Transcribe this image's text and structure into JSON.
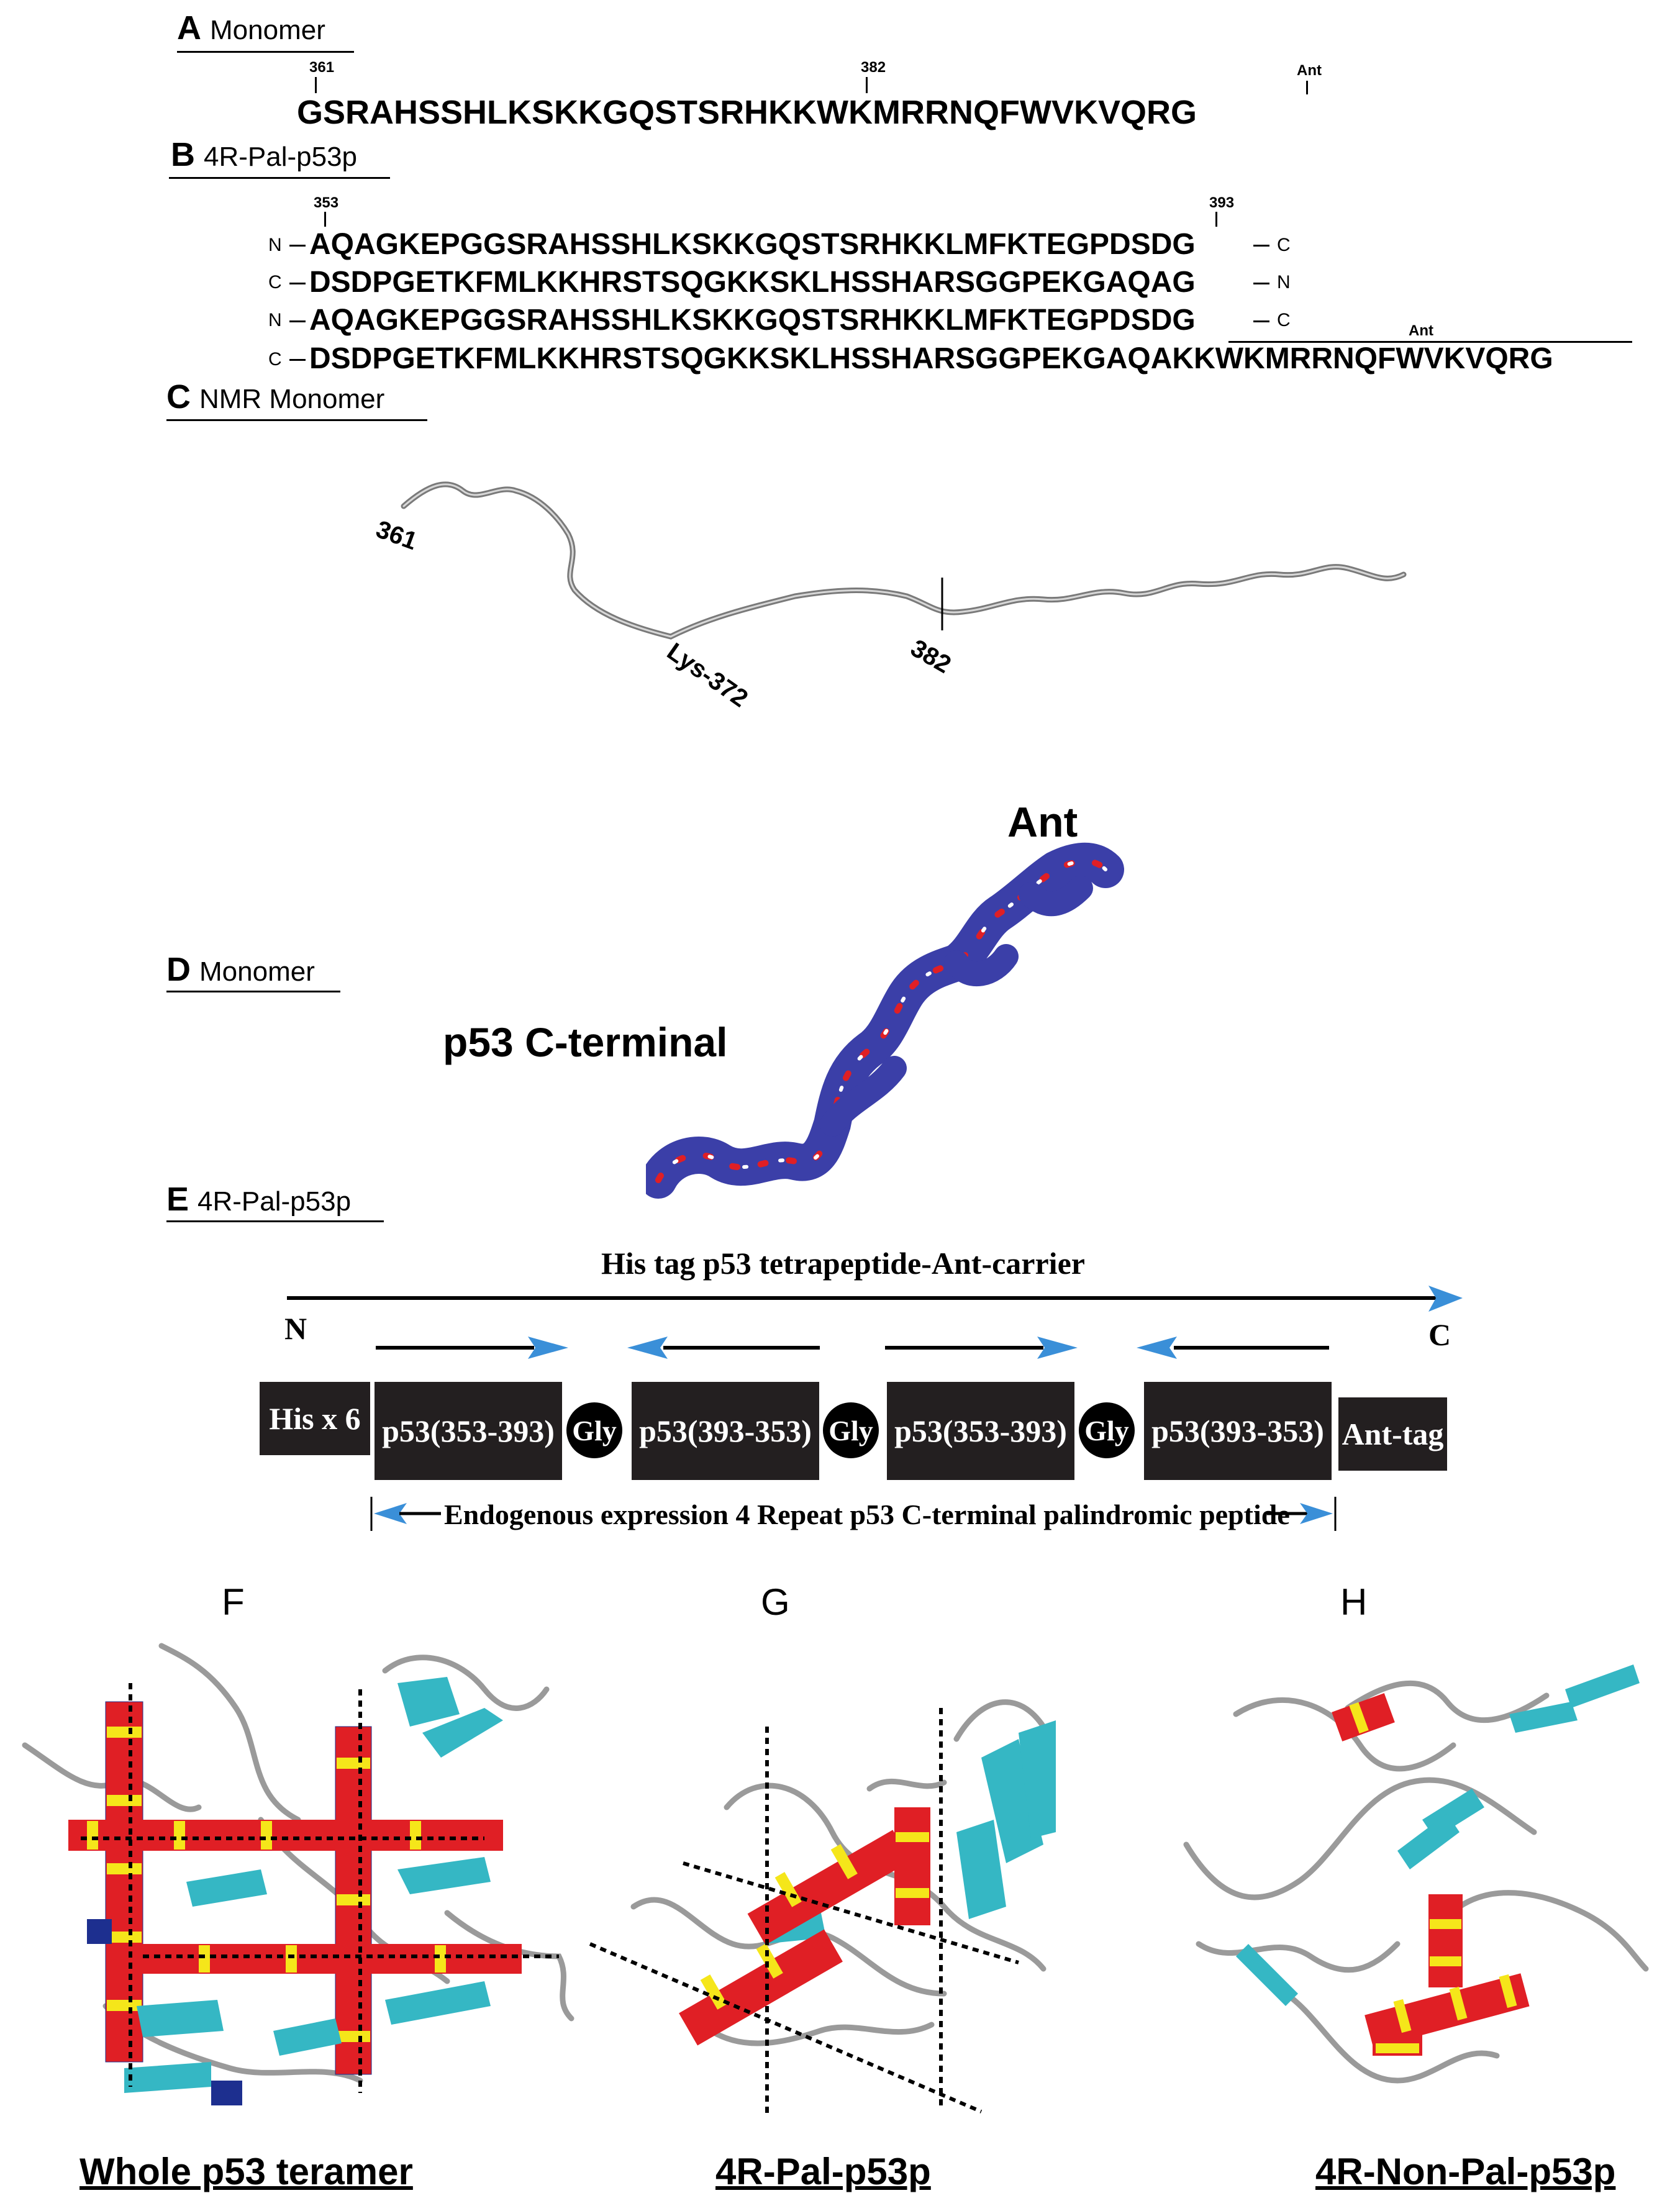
{
  "panelA": {
    "letter": "A",
    "title": "Monomer",
    "tick361": "361",
    "tick382": "382",
    "tickAnt": "Ant",
    "sequence": "GSRAHSSHLKSKKGQSTSRHKKWKMRRNQFWVKVQRG"
  },
  "panelB": {
    "letter": "B",
    "title": "4R-Pal-p53p",
    "tick353": "353",
    "tick393": "393",
    "tickAnt": "Ant",
    "rows": [
      {
        "left": "N",
        "seq": "AQAGKEPGGSRAHSSHLKSKKGQSTSRHKKLMFKTEGPDSDG",
        "right": "C"
      },
      {
        "left": "C",
        "seq": "DSDPGETKFMLKKHRSTSQGKKSKLHSSHARSGGPEKGAQAG",
        "right": "N"
      },
      {
        "left": "N",
        "seq": "AQAGKEPGGSRAHSSHLKSKKGQSTSRHKKLMFKTEGPDSDG",
        "right": "C"
      },
      {
        "left": "C",
        "seq": "DSDPGETKFMLKKHRSTSQGKKSKLHSSHARSGGPEKGAQAKKWKMRRNQFWVKVQRG",
        "right": ""
      }
    ]
  },
  "panelC": {
    "letter": "C",
    "title": "NMR Monomer",
    "label361": "361",
    "labelLys": "Lys-372",
    "label382": "382"
  },
  "panelD": {
    "letter": "D",
    "title": "Monomer",
    "labelAnt": "Ant",
    "labelCterm": "p53 C-terminal"
  },
  "panelE": {
    "letter": "E",
    "title": "4R-Pal-p53p",
    "construct_title": "His tag p53 tetrapeptide-Ant-carrier",
    "n_label": "N",
    "c_label": "C",
    "boxes": [
      "His x 6",
      "p53(353-393)",
      "Gly",
      "p53(393-353)",
      "Gly",
      "p53(353-393)",
      "Gly",
      "p53(393-353)",
      "Ant-tag"
    ],
    "bottom_label": "Endogenous expression 4 Repeat p53 C-terminal palindromic peptide",
    "colors": {
      "box": "#231f20",
      "arrow_blue": "#3a8fd8"
    }
  },
  "panelF": {
    "letter": "F",
    "caption": "Whole p53 teramer"
  },
  "panelG": {
    "letter": "G",
    "caption": "4R-Pal-p53p"
  },
  "panelH": {
    "letter": "H",
    "caption": "4R-Non-Pal-p53p"
  },
  "colors": {
    "helix_red": "#e01f25",
    "helix_yellow": "#f5e61a",
    "strand_cyan": "#35b7c4",
    "coil_gray": "#9a9a9a",
    "surface_blue": "#3b3fa8"
  }
}
